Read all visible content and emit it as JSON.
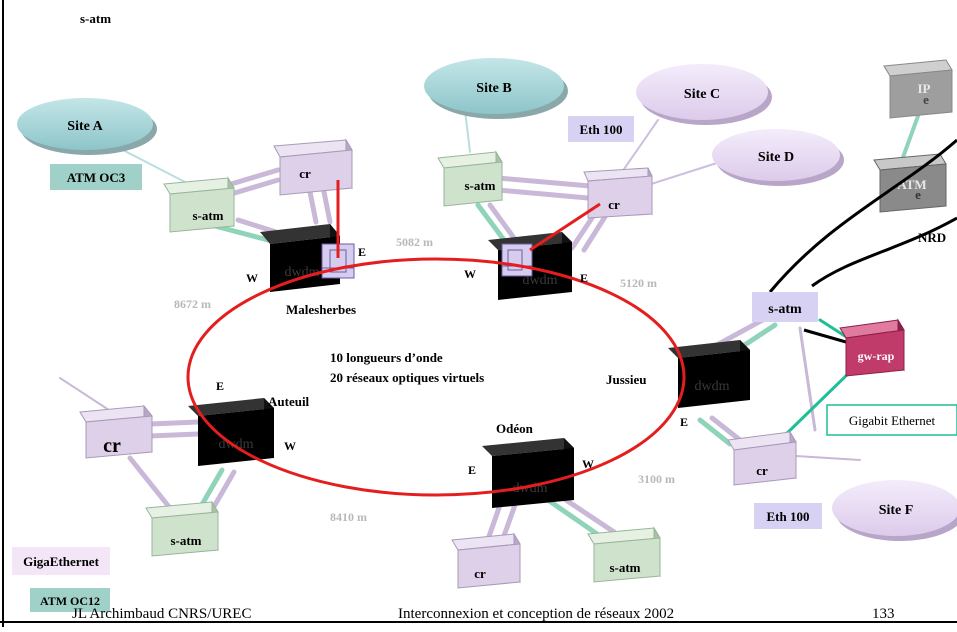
{
  "slide_title": "s-atm",
  "footer": {
    "author": "JL Archimbaud CNRS/UREC",
    "course": "Interconnexion et conception de réseaux 2002",
    "page": "133"
  },
  "ring": {
    "line1": "10 longueurs d’onde",
    "line2": "20 réseaux  optiques virtuels"
  },
  "distances": {
    "d1": "5082 m",
    "d2": "5120 m",
    "d3": "8672 m",
    "d4": "3100 m",
    "d5": "8410 m"
  },
  "nodes": {
    "malesherbes": "Malesherbes",
    "auteuil": "Auteuil",
    "odeon": "Odéon",
    "jussieu": "Jussieu",
    "dwdm": "dwdm"
  },
  "ports": {
    "east": "E",
    "west": "W"
  },
  "sites": {
    "a": "Site A",
    "b": "Site B",
    "c": "Site C",
    "d": "Site D",
    "f": "Site F"
  },
  "devices": {
    "cr": "cr",
    "satm": "s-atm",
    "gwrap": "gw-rap",
    "ip": "IP",
    "atm": "ATM",
    "e": "e",
    "nrd": "NRD"
  },
  "tags": {
    "atm_oc3": "ATM OC3",
    "eth100": "Eth 100",
    "eth100_f": "Eth 100",
    "gigabit_ethernet": "Gigabit Ethernet",
    "giga_ethernet": "GigaEthernet",
    "atm_oc12": "ATM OC12"
  },
  "colors": {
    "ring": "#e41e1e",
    "satm_box": "#cfe3cc",
    "cr_box": "#ddd0e8",
    "site_a_b": "#a9d3d6",
    "site_c_d_f": "#e6d6f4",
    "link_green": "#8fd4b8",
    "link_lilac": "#c9b8d8",
    "gw_rap": "#c03a6a",
    "gigabit_link": "#1fbf96",
    "tag_teal": "#9fd1c9",
    "tag_lilac": "#d7d2f3",
    "tag_pink": "#f3e6f7"
  }
}
